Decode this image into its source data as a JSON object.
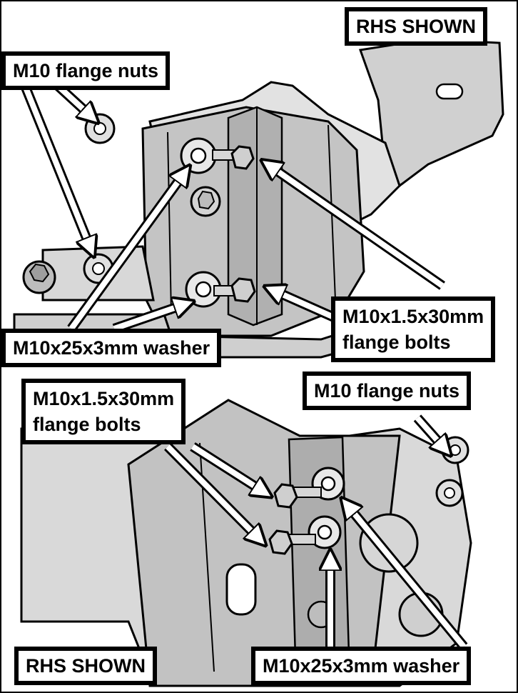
{
  "diagram": {
    "colors": {
      "part_fill": "#c8c8c8",
      "part_dark": "#9a9a9a",
      "part_light": "#e4e4e4",
      "outline": "#000000",
      "arrow_fill": "#ffffff",
      "arrow_stroke": "#000000",
      "label_bg": "#ffffff",
      "label_border": "#000000"
    },
    "top_view": {
      "rhs_label": "RHS SHOWN",
      "flange_nuts_label": "M10 flange nuts",
      "washer_label": "M10x25x3mm washer",
      "bolts_label_line1": "M10x1.5x30mm",
      "bolts_label_line2": "flange bolts"
    },
    "bottom_view": {
      "rhs_label": "RHS SHOWN",
      "flange_nuts_label": "M10 flange nuts",
      "washer_label": "M10x25x3mm washer",
      "bolts_label_line1": "M10x1.5x30mm",
      "bolts_label_line2": "flange bolts"
    }
  }
}
